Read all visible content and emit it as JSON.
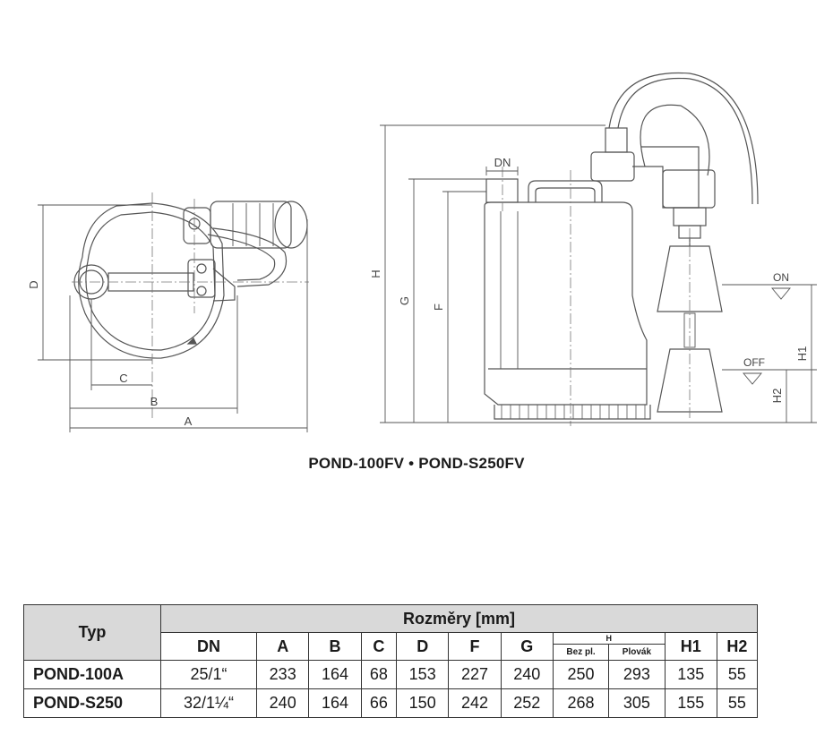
{
  "caption": "POND-100FV • POND-S250FV",
  "drawing_labels": {
    "top_view": {
      "a": "A",
      "b": "B",
      "c": "C",
      "d": "D"
    },
    "side_view": {
      "h": "H",
      "g": "G",
      "f": "F",
      "dn": "DN",
      "h1": "H1",
      "h2": "H2",
      "on": "ON",
      "off": "OFF"
    }
  },
  "table": {
    "typ_header": "Typ",
    "group_header": "Rozměry [mm]",
    "columns": [
      "DN",
      "A",
      "B",
      "C",
      "D",
      "F",
      "G"
    ],
    "h_header": "H",
    "h_sub": [
      "Bez pl.",
      "Plovák"
    ],
    "columns_after": [
      "H1",
      "H2"
    ],
    "rows": [
      {
        "typ": "POND-100A",
        "dn": "25/1“",
        "a": "233",
        "b": "164",
        "c": "68",
        "d": "153",
        "f": "227",
        "g": "240",
        "h_bez": "250",
        "h_plovak": "293",
        "h1": "135",
        "h2": "55"
      },
      {
        "typ": "POND-S250",
        "dn": "32/1¼“",
        "a": "240",
        "b": "164",
        "c": "66",
        "d": "150",
        "f": "242",
        "g": "252",
        "h_bez": "268",
        "h_plovak": "305",
        "h1": "155",
        "h2": "55"
      }
    ]
  }
}
